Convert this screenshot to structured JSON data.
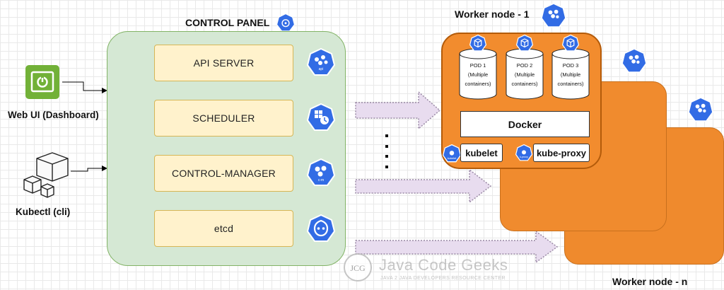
{
  "control_panel": {
    "title": "CONTROL PANEL",
    "components": [
      "API SERVER",
      "SCHEDULER",
      "CONTROL-MANAGER",
      "etcd"
    ],
    "icons": [
      "api-icon",
      "scheduler-icon",
      "controller-manager-icon",
      "etcd-icon"
    ]
  },
  "clients": {
    "web_ui": "Web UI (Dashboard)",
    "kubectl": "Kubectl (cli)"
  },
  "worker_node_1": {
    "title": "Worker node - 1",
    "pods": [
      {
        "name": "POD 1",
        "desc": "(Multiple containers)"
      },
      {
        "name": "POD 2",
        "desc": "(Multiple containers)"
      },
      {
        "name": "POD 3",
        "desc": "(Multiple containers)"
      }
    ],
    "runtime": "Docker",
    "kubelet": "kubelet",
    "kube_proxy": "kube-proxy"
  },
  "worker_node_n": {
    "title": "Worker node - n"
  },
  "watermark": {
    "logo": "JCG",
    "text": "Java Code Geeks",
    "subtitle": "JAVA 2 JAVA DEVELOPERS RESOURCE CENTER"
  },
  "colors": {
    "k8s_blue": "#326ce5",
    "panel_green": "#d5e8d4",
    "component_yellow": "#fff2cc",
    "worker_orange": "#f28c2e",
    "arrow_fill": "#e7dcef"
  }
}
